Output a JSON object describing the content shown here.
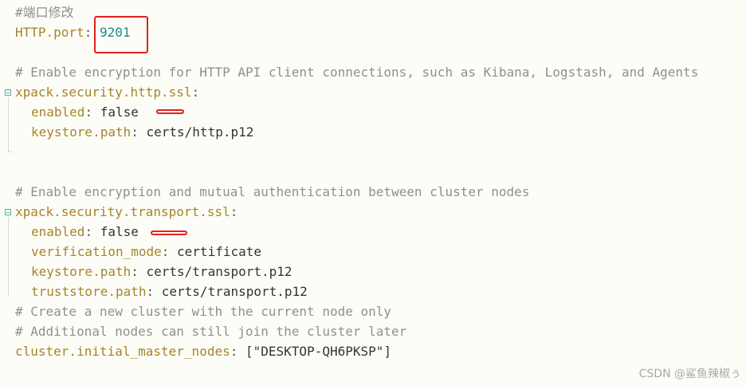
{
  "lines": {
    "l01": "#端口修改",
    "l02_key": "HTTP.port",
    "l02_value": "9201",
    "l04": "# Enable encryption for HTTP API client connections, such as Kibana, Logstash, and Agents",
    "l05": "xpack.security.http.ssl",
    "l06_key": "enabled",
    "l06_value": "false",
    "l07_key": "keystore.path",
    "l07_value": "certs/http.p12",
    "l10": "# Enable encryption and mutual authentication between cluster nodes",
    "l11": "xpack.security.transport.ssl",
    "l12_key": "enabled",
    "l12_value": "false",
    "l13_key": "verification_mode",
    "l13_value": "certificate",
    "l14_key": "keystore.path",
    "l14_value": "certs/transport.p12",
    "l15_key": "truststore.path",
    "l15_value": "certs/transport.p12",
    "l16": "# Create a new cluster with the current node only",
    "l17": "# Additional nodes can still join the cluster later",
    "l18_key": "cluster.initial_master_nodes",
    "l18_value": "[\"DESKTOP-QH6PKSP\"]"
  },
  "separator": ": ",
  "watermark": "CSDN @鲨鱼辣椒ぅ",
  "colors": {
    "highlight": "#e0231c",
    "comment": "#8f8f8f",
    "key": "#a6842a",
    "number": "#1d8a8a"
  }
}
